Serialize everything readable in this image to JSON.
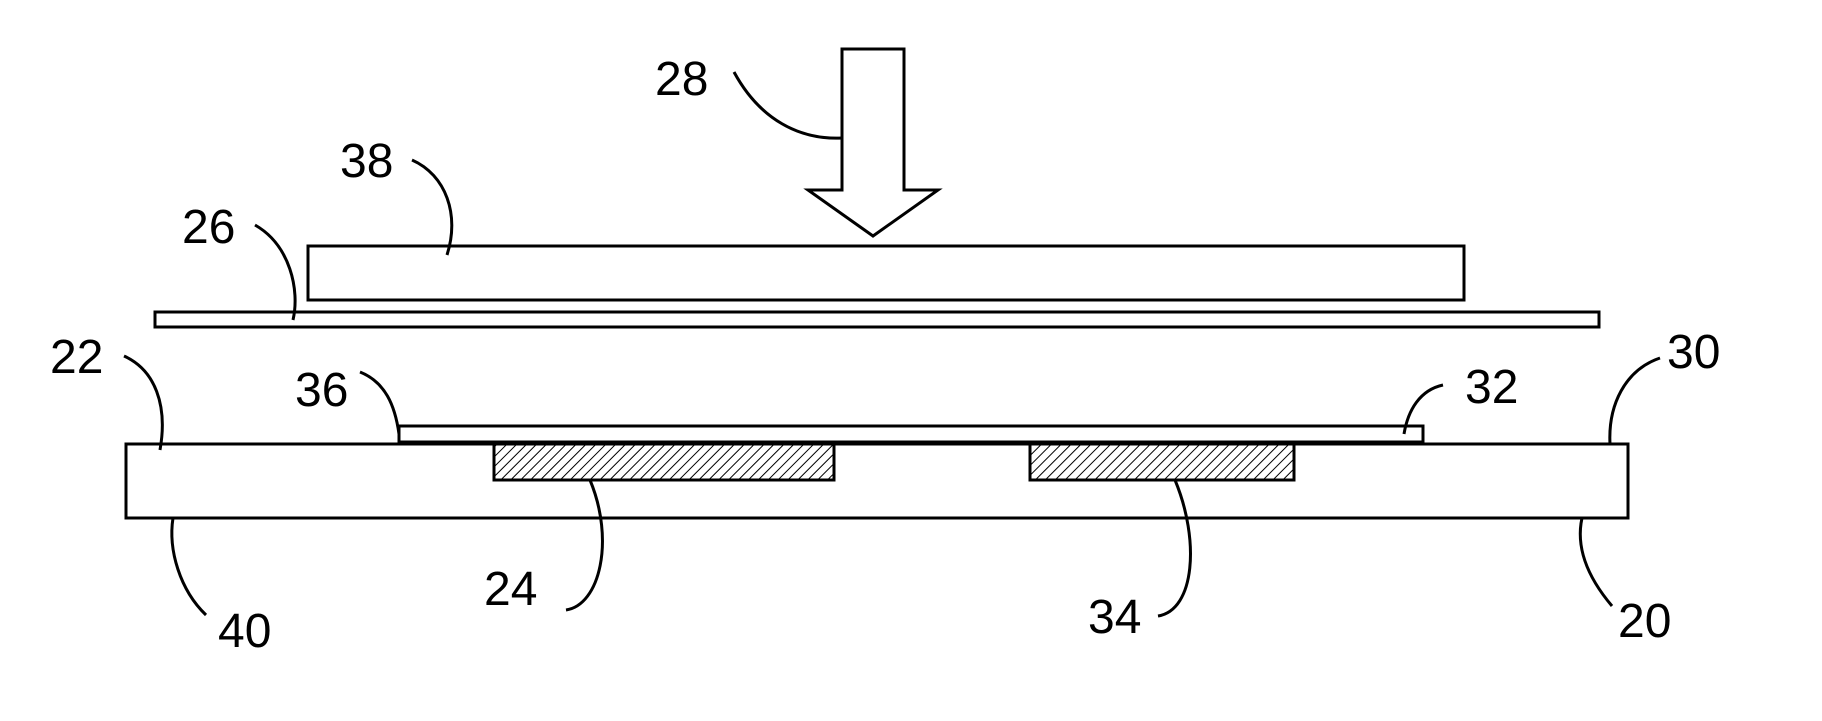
{
  "labels": {
    "l20": "20",
    "l22": "22",
    "l24": "24",
    "l26": "26",
    "l28": "28",
    "l30": "30",
    "l32": "32",
    "l34": "34",
    "l36": "36",
    "l38": "38",
    "l40": "40"
  },
  "colors": {
    "line": "#000000",
    "background": "#ffffff"
  }
}
